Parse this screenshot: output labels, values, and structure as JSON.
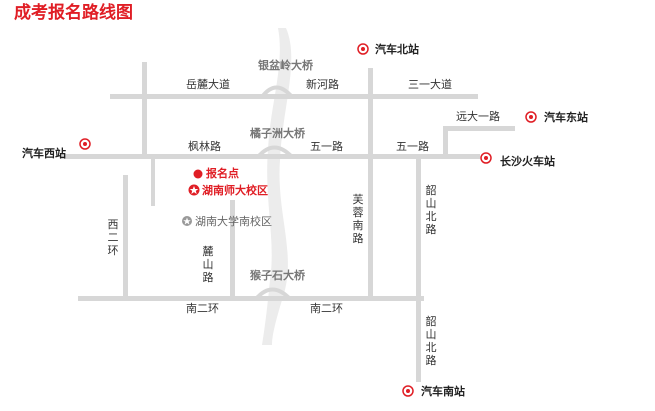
{
  "title": "成考报名路线图",
  "colors": {
    "accent": "#e01e25",
    "road": "#d7d7d7",
    "river": "#ececec",
    "text": "#333333"
  },
  "bridges": {
    "yinpenling": "银盆岭大桥",
    "juzizhou": "橘子洲大桥",
    "houzishi": "猴子石大桥"
  },
  "roads": {
    "yuelu_avenue": "岳麓大道",
    "xinhe_road": "新河路",
    "sanyi_avenue": "三一大道",
    "yuanda_road": "远大一路",
    "fenglin_road": "枫林路",
    "wuyi_road_1": "五一路",
    "wuyi_road_2": "五一路",
    "xierhuan": "西二环",
    "lushan_road": "麓山路",
    "furong_road": "芙蓉南路",
    "shaoshan_north": "韶山北路",
    "shaoshan_south": "韶山北路",
    "nanerhuan_1": "南二环",
    "nanerhuan_2": "南二环"
  },
  "stations": {
    "north": "汽车北站",
    "east": "汽车东站",
    "west": "汽车西站",
    "railway": "长沙火车站",
    "south": "汽车南站"
  },
  "markers": {
    "registration": "报名点",
    "target_campus": "湖南师大校区",
    "hunan_univ": "湖南大学南校区"
  },
  "icons": {
    "station": "bullseye-icon",
    "registration": "red-dot-icon",
    "campus": "star-circle-icon"
  }
}
